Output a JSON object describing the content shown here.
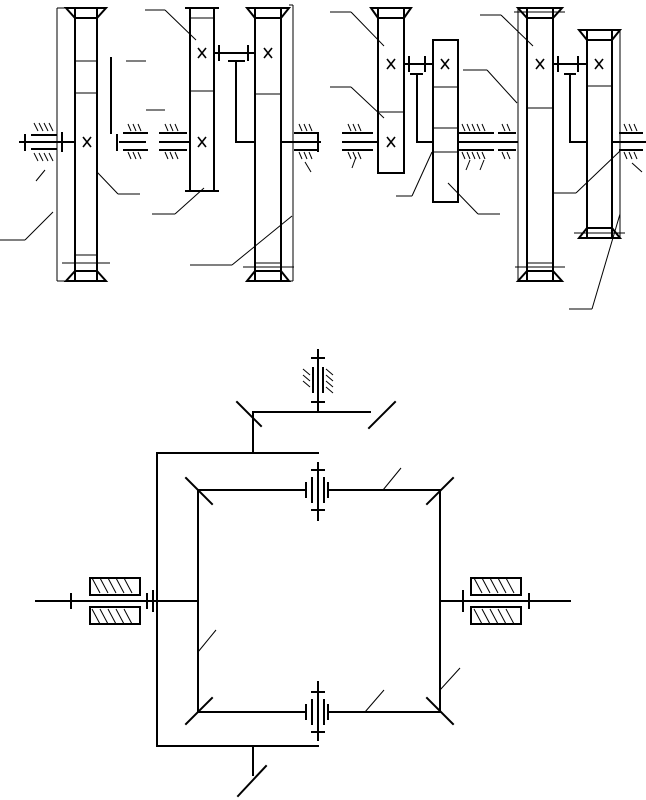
{
  "diagram": {
    "kind": "kinematic-schemes",
    "panels": [
      "two-stage-spur-gear-train",
      "dual-layshaft-gear-train",
      "stepped-gear-train",
      "bevel-differential-mechanism"
    ],
    "colors": {
      "line": "#000000",
      "background": "#ffffff"
    },
    "icons": [
      "gear-icon",
      "bearing-icon",
      "bevel-gear-icon",
      "shaft-icon"
    ]
  }
}
